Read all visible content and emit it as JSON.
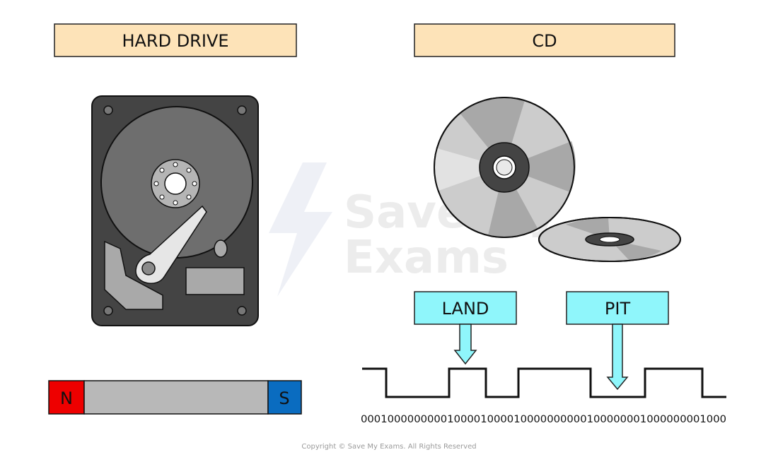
{
  "labels": {
    "hard_drive": "HARD DRIVE",
    "cd": "CD",
    "land": "LAND",
    "pit": "PIT",
    "magnet_north": "N",
    "magnet_south": "S"
  },
  "binary_sequence": "0001000000000100001000010000000000100000001000000001000",
  "watermark": {
    "line1": "Save My",
    "line2": "Exams"
  },
  "copyright": "Copyright © Save My Exams. All Rights Reserved",
  "colors": {
    "label_fill": "#fde3b8",
    "callout_fill": "#8ff6fb",
    "magnet_north": "#ee0000",
    "magnet_south": "#0a6cc0",
    "magnet_body": "#b8b8b8",
    "drive_case": "#444444",
    "drive_platter": "#6e6e6e",
    "cd_light": "#cccccc",
    "cd_dark": "#9a9a9a"
  }
}
